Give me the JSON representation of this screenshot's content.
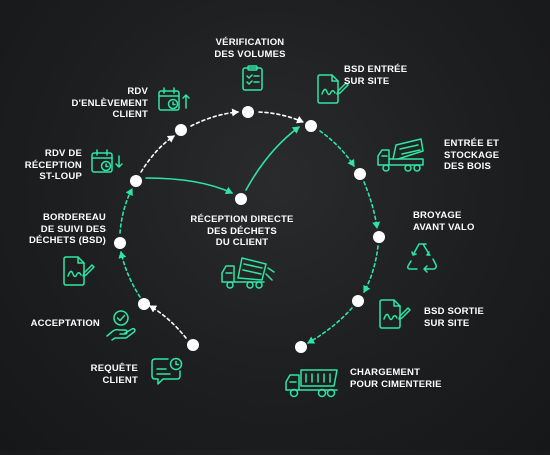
{
  "diagram": {
    "accent_color": "#2ee6a4",
    "steps": [
      {
        "id": "requete",
        "label": "REQUÊTE\nCLIENT",
        "icon": "chat-clock-icon"
      },
      {
        "id": "acceptation",
        "label": "ACCEPTATION",
        "icon": "hand-check-icon"
      },
      {
        "id": "bsd",
        "label": "BORDEREAU\nDE SUIVI DES\nDÉCHETS (BSD)",
        "icon": "document-signature-icon"
      },
      {
        "id": "rdv-reception",
        "label": "RDV DE\nRÉCEPTION\nST-LOUP",
        "icon": "calendar-down-icon"
      },
      {
        "id": "rdv-enlevement",
        "label": "RDV\nD'ENLÈVEMENT\nCLIENT",
        "icon": "calendar-up-icon"
      },
      {
        "id": "verification",
        "label": "VÉRIFICATION\nDES VOLUMES",
        "icon": "checklist-icon"
      },
      {
        "id": "bsd-entree",
        "label": "BSD ENTRÉE\nSUR SITE",
        "icon": "document-signature-icon"
      },
      {
        "id": "entree-stockage",
        "label": "ENTRÉE ET\nSTOCKAGE\nDES BOIS",
        "icon": "truck-load-icon"
      },
      {
        "id": "broyage",
        "label": "BROYAGE\nAVANT VALO",
        "icon": "recycle-icon"
      },
      {
        "id": "bsd-sortie",
        "label": "BSD SORTIE\nSUR SITE",
        "icon": "document-signature-icon"
      },
      {
        "id": "chargement",
        "label": "CHARGEMENT\nPOUR CIMENTERIE",
        "icon": "dump-truck-icon"
      },
      {
        "id": "reception-directe",
        "label": "RÉCEPTION DIRECTE\nDES DÉCHETS\nDU CLIENT",
        "icon": "dump-truck-icon"
      }
    ]
  }
}
